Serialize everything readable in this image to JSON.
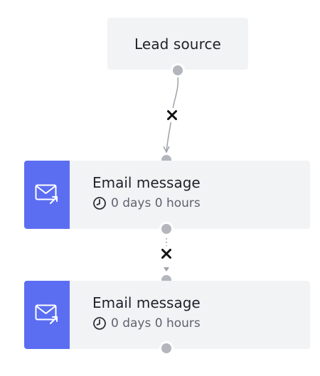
{
  "flow": {
    "lead_source": {
      "title": "Lead source"
    },
    "email_nodes": [
      {
        "title": "Email message",
        "delay": "0 days 0 hours",
        "icon": "email-send-icon"
      },
      {
        "title": "Email message",
        "delay": "0 days 0 hours",
        "icon": "email-send-icon"
      }
    ],
    "connection_remove_icon": "close-icon"
  },
  "colors": {
    "node_bg": "#f2f3f5",
    "accent": "#5b6ef2",
    "port": "#b3b6bd",
    "connector": "#9ea2aa",
    "title_text": "#1f2229",
    "sub_text": "#5d6370"
  }
}
